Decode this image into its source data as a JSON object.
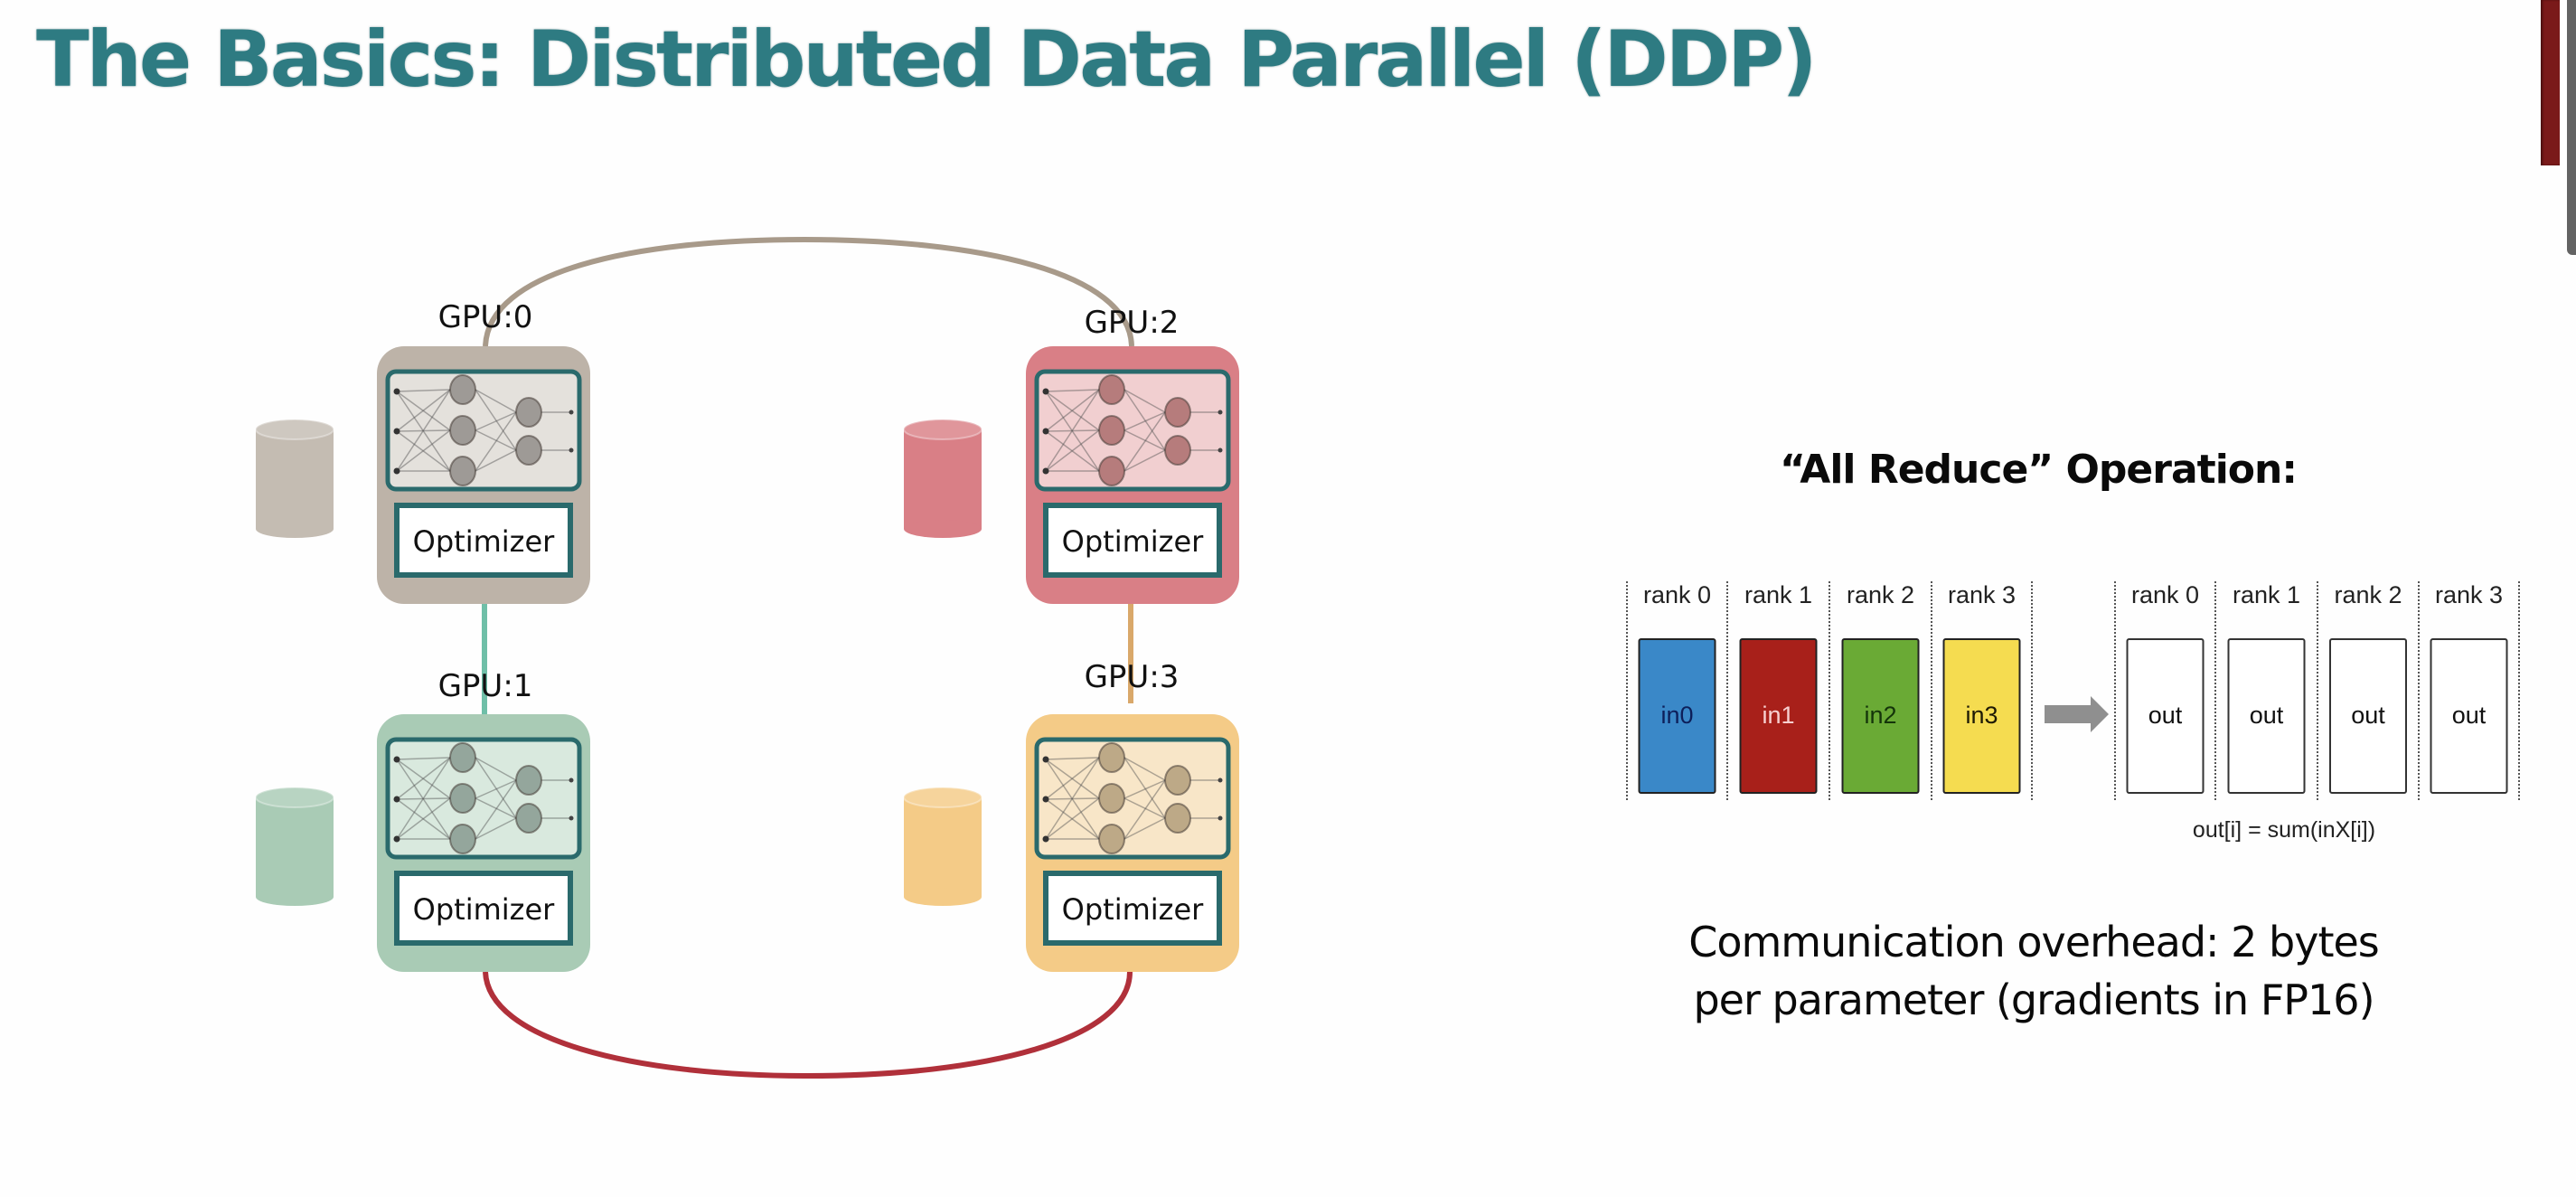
{
  "title": "The Basics: Distributed Data Parallel (DDP)",
  "colors": {
    "title": "#2e7b82",
    "panel_border": "#2a6a6c",
    "ring_top": "#a89a8a",
    "ring_bottom": "#b0303a",
    "link_left": "#6fbfa8",
    "link_right": "#d9a86a"
  },
  "gpus": [
    {
      "id": "gpu-0",
      "label": "GPU:0",
      "optimizer_label": "Optimizer",
      "color": "#bdb3a8",
      "panel_color": "#e4e1dc",
      "node_color": "#9e9a96",
      "data_color": "#c4bcb2"
    },
    {
      "id": "gpu-1",
      "label": "GPU:1",
      "optimizer_label": "Optimizer",
      "color": "#a9cbb5",
      "panel_color": "#d9e9de",
      "node_color": "#94a69c",
      "data_color": "#a9cbb5"
    },
    {
      "id": "gpu-2",
      "label": "GPU:2",
      "optimizer_label": "Optimizer",
      "color": "#d97f86",
      "panel_color": "#f1cfd0",
      "node_color": "#b67c7c",
      "data_color": "#d97f86"
    },
    {
      "id": "gpu-3",
      "label": "GPU:3",
      "optimizer_label": "Optimizer",
      "color": "#f4cb87",
      "panel_color": "#f8e6c8",
      "node_color": "#bda987",
      "data_color": "#f4cb87"
    }
  ],
  "all_reduce": {
    "title": "“All Reduce” Operation:",
    "inputs": [
      {
        "rank": "rank 0",
        "label": "in0",
        "fill": "#3a88c8",
        "text": "#0d1f5a"
      },
      {
        "rank": "rank 1",
        "label": "in1",
        "fill": "#a8201a",
        "text": "#f7d0d0"
      },
      {
        "rank": "rank 2",
        "label": "in2",
        "fill": "#6aaa35",
        "text": "#14340a"
      },
      {
        "rank": "rank 3",
        "label": "in3",
        "fill": "#f5dc50",
        "text": "#1e1a05"
      }
    ],
    "outputs": [
      {
        "rank": "rank 0",
        "label": "out"
      },
      {
        "rank": "rank 1",
        "label": "out"
      },
      {
        "rank": "rank 2",
        "label": "out"
      },
      {
        "rank": "rank 3",
        "label": "out"
      }
    ],
    "formula": "out[i] = sum(inX[i])"
  },
  "overhead_text": {
    "line1": "Communication overhead: 2 bytes",
    "line2": "per parameter (gradients in FP16)"
  }
}
